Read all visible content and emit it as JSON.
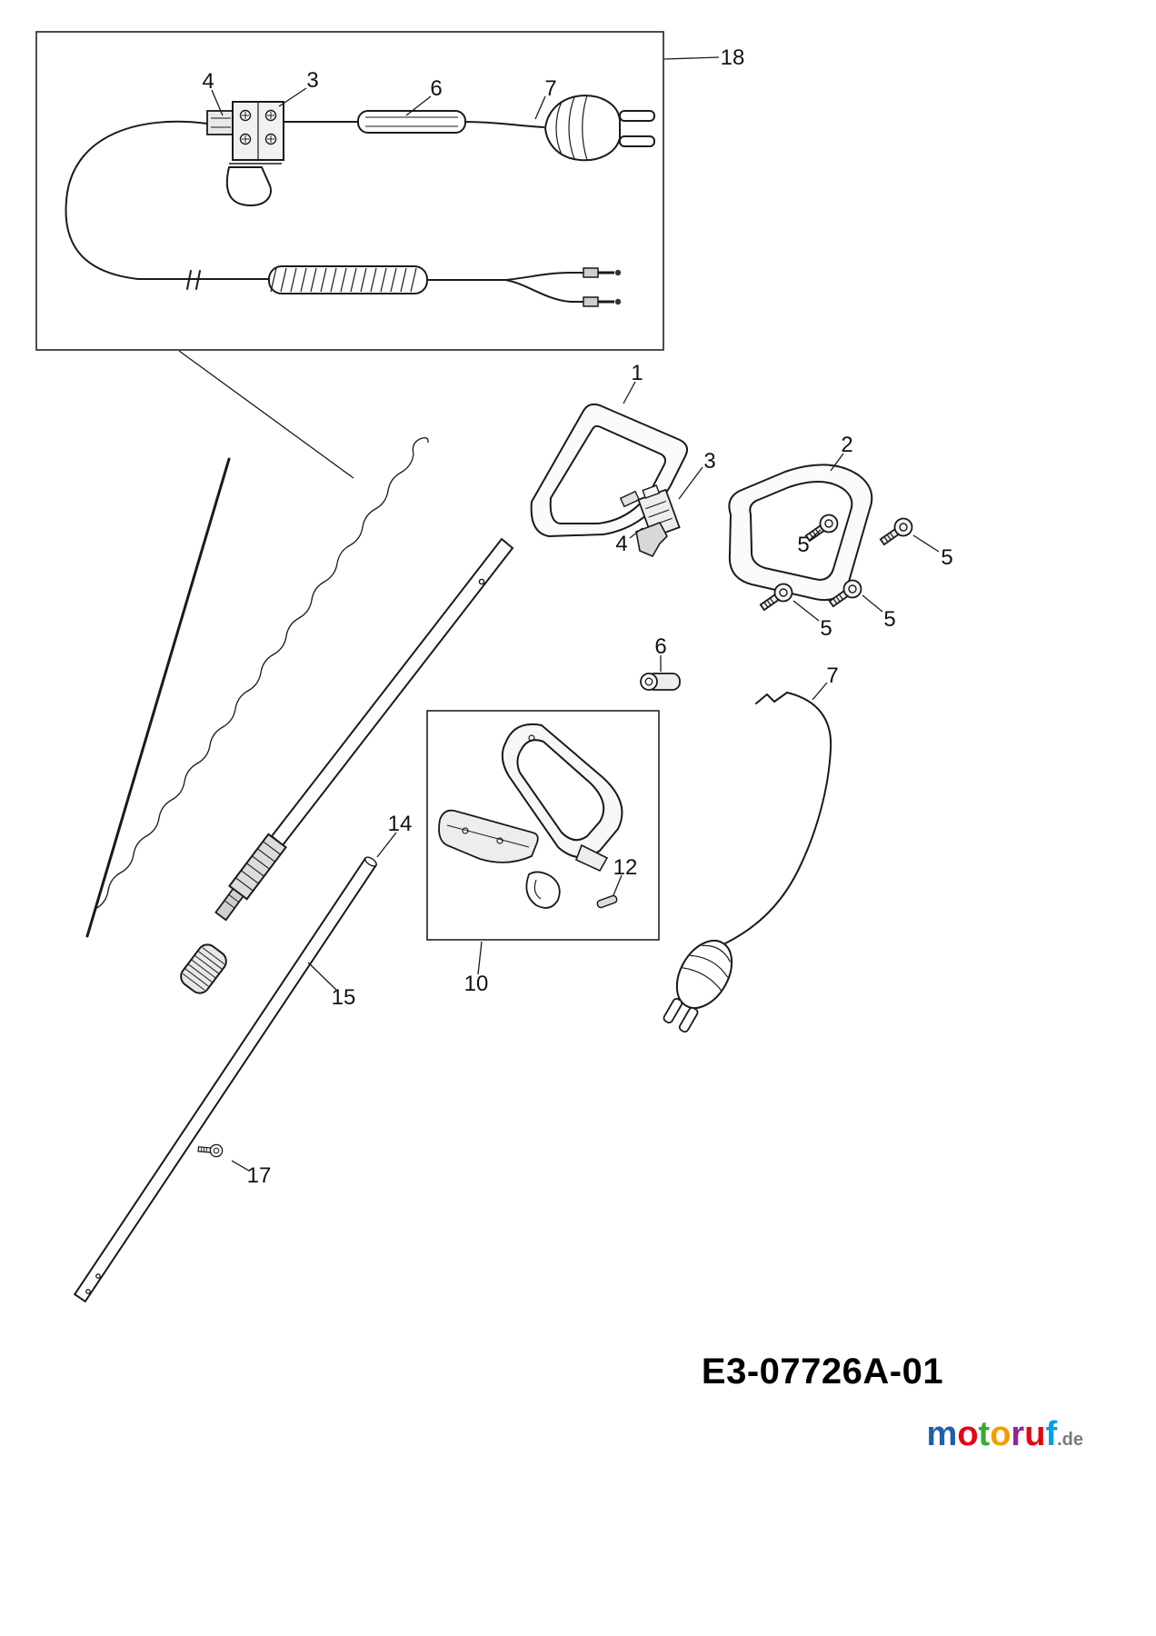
{
  "diagram": {
    "part_code": "E3-07726A-01",
    "labels": {
      "l18": "18",
      "l4a": "4",
      "l3a": "3",
      "l6a": "6",
      "l7a": "7",
      "l1": "1",
      "l2": "2",
      "l3b": "3",
      "l4b": "4",
      "l5a": "5",
      "l5b": "5",
      "l5c": "5",
      "l5d": "5",
      "l6b": "6",
      "l7b": "7",
      "l10": "10",
      "l12": "12",
      "l14": "14",
      "l15": "15",
      "l17": "17"
    }
  },
  "logo": {
    "letters": [
      {
        "ch": "m",
        "color": "#1f5fae"
      },
      {
        "ch": "o",
        "color": "#e30613"
      },
      {
        "ch": "t",
        "color": "#3aaa35"
      },
      {
        "ch": "o",
        "color": "#f59c00"
      },
      {
        "ch": "r",
        "color": "#93278f"
      },
      {
        "ch": "u",
        "color": "#e30613"
      },
      {
        "ch": "f",
        "color": "#00a0e3"
      }
    ],
    "suffix": ".de",
    "suffix_color": "#7a7a7a"
  }
}
